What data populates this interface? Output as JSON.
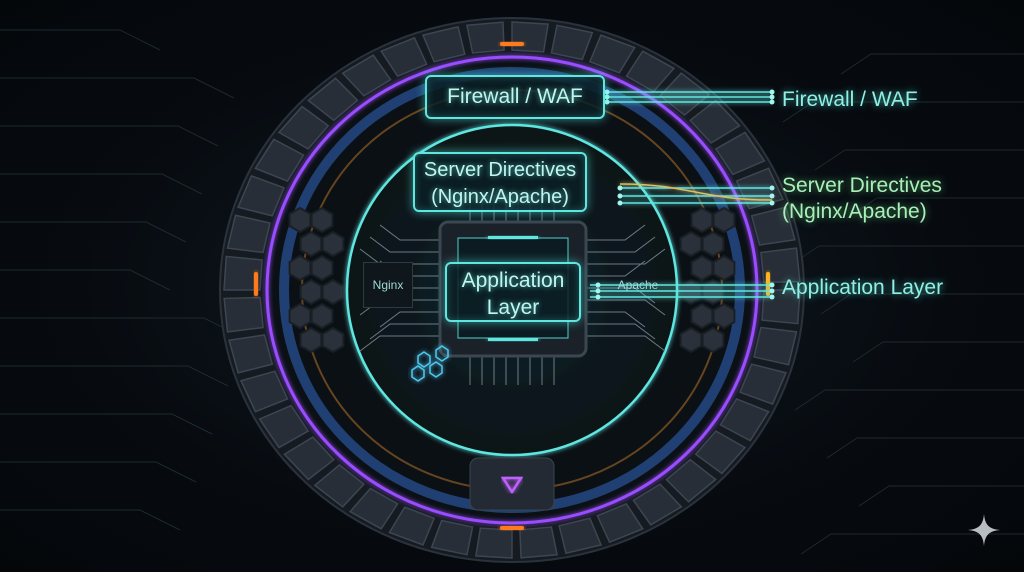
{
  "diagram": {
    "inner_labels": {
      "firewall": "Firewall / WAF",
      "server_line1": "Server Directives",
      "server_line2": "(Nginx/Apache)",
      "app_line1": "Application",
      "app_line2": "Layer",
      "nginx": "Nginx",
      "apache": "Apache"
    },
    "callouts": {
      "firewall": "Firewall / WAF",
      "server_line1": "Server Directives",
      "server_line2": "(Nginx/Apache)",
      "app": "Application Layer"
    },
    "colors": {
      "accent_teal": "#5fe6e0",
      "ring_purple": "#9a4dff",
      "indicator_orange": "#ff7a1a",
      "background": "#05080c"
    },
    "icons": [
      "sparkle-icon",
      "triangle-down-icon",
      "hexagon-cluster-icon"
    ]
  }
}
